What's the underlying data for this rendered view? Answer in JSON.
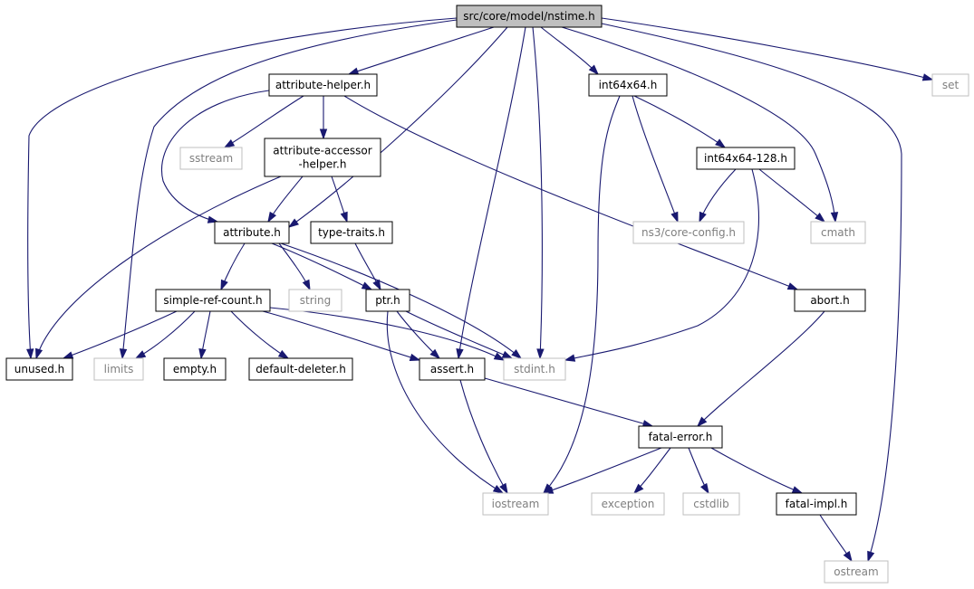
{
  "graph": {
    "root": "src/core/model/nstime.h",
    "nodes": {
      "nstime": {
        "label": "src/core/model/nstime.h",
        "kind": "root"
      },
      "attribute_helper": {
        "label": "attribute-helper.h",
        "kind": "local"
      },
      "int64x64": {
        "label": "int64x64.h",
        "kind": "local"
      },
      "set": {
        "label": "set",
        "kind": "external"
      },
      "sstream": {
        "label": "sstream",
        "kind": "external"
      },
      "attribute_accessor_helper": {
        "label": "attribute-accessor\n-helper.h",
        "kind": "local"
      },
      "int64x64_128": {
        "label": "int64x64-128.h",
        "kind": "local"
      },
      "attribute": {
        "label": "attribute.h",
        "kind": "local"
      },
      "type_traits": {
        "label": "type-traits.h",
        "kind": "local"
      },
      "core_config": {
        "label": "ns3/core-config.h",
        "kind": "external"
      },
      "cmath": {
        "label": "cmath",
        "kind": "external"
      },
      "simple_ref_count": {
        "label": "simple-ref-count.h",
        "kind": "local"
      },
      "string": {
        "label": "string",
        "kind": "external"
      },
      "ptr": {
        "label": "ptr.h",
        "kind": "local"
      },
      "abort": {
        "label": "abort.h",
        "kind": "local"
      },
      "unused": {
        "label": "unused.h",
        "kind": "local"
      },
      "limits": {
        "label": "limits",
        "kind": "external"
      },
      "empty": {
        "label": "empty.h",
        "kind": "local"
      },
      "default_deleter": {
        "label": "default-deleter.h",
        "kind": "local"
      },
      "assert": {
        "label": "assert.h",
        "kind": "local"
      },
      "stdint": {
        "label": "stdint.h",
        "kind": "external"
      },
      "fatal_error": {
        "label": "fatal-error.h",
        "kind": "local"
      },
      "iostream": {
        "label": "iostream",
        "kind": "external"
      },
      "exception": {
        "label": "exception",
        "kind": "external"
      },
      "cstdlib": {
        "label": "cstdlib",
        "kind": "external"
      },
      "fatal_impl": {
        "label": "fatal-impl.h",
        "kind": "local"
      },
      "ostream": {
        "label": "ostream",
        "kind": "external"
      }
    },
    "edges": [
      [
        "nstime",
        "attribute_helper"
      ],
      [
        "nstime",
        "int64x64"
      ],
      [
        "nstime",
        "set"
      ],
      [
        "nstime",
        "unused"
      ],
      [
        "nstime",
        "limits"
      ],
      [
        "nstime",
        "attribute"
      ],
      [
        "nstime",
        "assert"
      ],
      [
        "nstime",
        "stdint"
      ],
      [
        "nstime",
        "cmath"
      ],
      [
        "nstime",
        "ostream"
      ],
      [
        "attribute_helper",
        "sstream"
      ],
      [
        "attribute_helper",
        "attribute_accessor_helper"
      ],
      [
        "attribute_helper",
        "attribute"
      ],
      [
        "attribute_helper",
        "abort"
      ],
      [
        "attribute_accessor_helper",
        "attribute"
      ],
      [
        "attribute_accessor_helper",
        "type_traits"
      ],
      [
        "attribute_accessor_helper",
        "unused"
      ],
      [
        "attribute",
        "simple_ref_count"
      ],
      [
        "attribute",
        "string"
      ],
      [
        "attribute",
        "ptr"
      ],
      [
        "attribute",
        "stdint"
      ],
      [
        "type_traits",
        "ptr"
      ],
      [
        "simple_ref_count",
        "unused"
      ],
      [
        "simple_ref_count",
        "limits"
      ],
      [
        "simple_ref_count",
        "empty"
      ],
      [
        "simple_ref_count",
        "default_deleter"
      ],
      [
        "simple_ref_count",
        "assert"
      ],
      [
        "simple_ref_count",
        "stdint"
      ],
      [
        "ptr",
        "assert"
      ],
      [
        "ptr",
        "stdint"
      ],
      [
        "ptr",
        "iostream"
      ],
      [
        "int64x64",
        "int64x64_128"
      ],
      [
        "int64x64",
        "core_config"
      ],
      [
        "int64x64",
        "iostream"
      ],
      [
        "int64x64_128",
        "core_config"
      ],
      [
        "int64x64_128",
        "cmath"
      ],
      [
        "int64x64_128",
        "stdint"
      ],
      [
        "abort",
        "fatal_error"
      ],
      [
        "assert",
        "fatal_error"
      ],
      [
        "assert",
        "iostream"
      ],
      [
        "fatal_error",
        "iostream"
      ],
      [
        "fatal_error",
        "exception"
      ],
      [
        "fatal_error",
        "cstdlib"
      ],
      [
        "fatal_error",
        "fatal_impl"
      ],
      [
        "fatal_impl",
        "ostream"
      ]
    ]
  },
  "colors": {
    "edge": "#191970",
    "root_fill": "#bfbfbf",
    "local_border": "#000000",
    "external_border": "#bfbfbf",
    "external_text": "#7f7f7f"
  }
}
